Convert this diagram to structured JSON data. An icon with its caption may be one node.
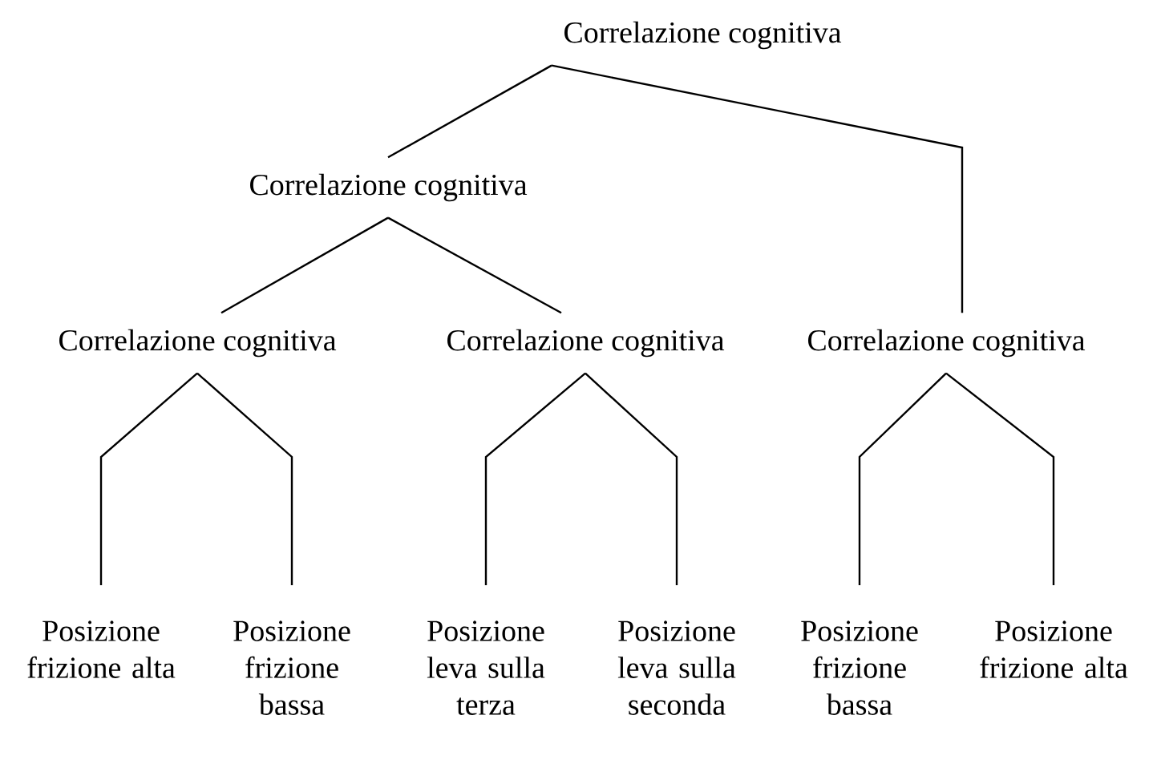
{
  "diagram": {
    "nodes": [
      {
        "text": [
          "Correlazione cognitiva"
        ]
      },
      {
        "text": [
          "Correlazione cognitiva"
        ]
      },
      {
        "text": [
          "Correlazione cognitiva"
        ]
      },
      {
        "text": [
          "Correlazione cognitiva"
        ]
      },
      {
        "text": [
          "Correlazione cognitiva"
        ]
      },
      {
        "text": [
          "Posizione frizione alta"
        ]
      },
      {
        "text": [
          "Posizione frizione bassa"
        ]
      },
      {
        "text": [
          "Posizione leva sulla terza"
        ]
      },
      {
        "text": [
          "Posizione leva sulla seconda"
        ]
      },
      {
        "text": [
          "Posizione frizione bassa"
        ]
      },
      {
        "text": [
          "Posizione frizione alta"
        ]
      }
    ],
    "edges": [
      {
        "from": 0,
        "to": 1,
        "arrow": "none"
      },
      {
        "from": 0,
        "to": 4,
        "arrow": "none"
      },
      {
        "from": 1,
        "to": 2,
        "arrow": "none"
      },
      {
        "from": 1,
        "to": 3,
        "arrow": "none"
      },
      {
        "from": 2,
        "to": 5,
        "arrow": "none"
      },
      {
        "from": 2,
        "to": 6,
        "arrow": "none"
      },
      {
        "from": 3,
        "to": 7,
        "arrow": "none"
      },
      {
        "from": 3,
        "to": 8,
        "arrow": "none"
      },
      {
        "from": 4,
        "to": 9,
        "arrow": "none"
      },
      {
        "from": 4,
        "to": 10,
        "arrow": "none"
      }
    ]
  }
}
